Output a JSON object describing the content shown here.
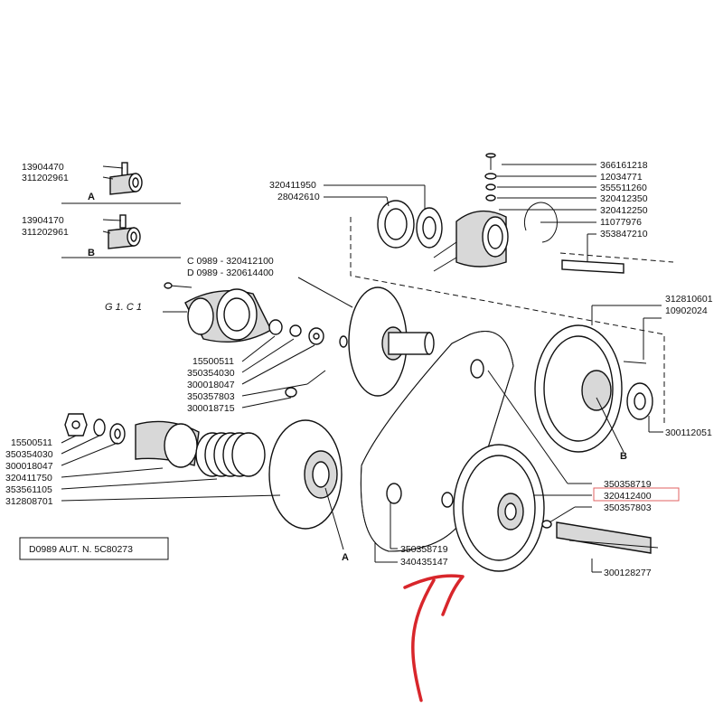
{
  "callouts": {
    "c13904470": "13904470",
    "c311202961a": "311202961",
    "c13904170": "13904170",
    "c311202961b": "311202961",
    "c320411950": "320411950",
    "c28042610": "28042610",
    "c366161218": "366161218",
    "c12034771": "12034771",
    "c355511260": "355511260",
    "c320412350": "320412350",
    "c320412250": "320412250",
    "c11077976": "11077976",
    "c353847210": "353847210",
    "cC0989": "C 0989 - 320412100",
    "cD0989": "D 0989 - 320614400",
    "c15500511a": "15500511",
    "c350354030a": "350354030",
    "c300018047a": "300018047",
    "c350357803a": "350357803",
    "c300018715": "300018715",
    "c15500511b": "15500511",
    "c350354030b": "350354030",
    "c300018047b": "300018047",
    "c320411750": "320411750",
    "c353561105": "353561105",
    "c312808701": "312808701",
    "c312810601": "312810601",
    "c10902024": "10902024",
    "c300112051": "300112051",
    "c350358719a": "350358719",
    "c320412400": "320412400",
    "c350357803b": "350357803",
    "c350358719b": "350358719",
    "c340435147": "340435147",
    "c300128277": "300128277"
  },
  "labels": {
    "section_a": "A",
    "section_b": "B",
    "variant": "G 1. C 1",
    "mark_a": "A",
    "mark_b": "B",
    "ref_box": "D0989  AUT. N. 5C80273"
  },
  "colors": {
    "highlight": "#e06060",
    "arrow": "#d8262b"
  }
}
